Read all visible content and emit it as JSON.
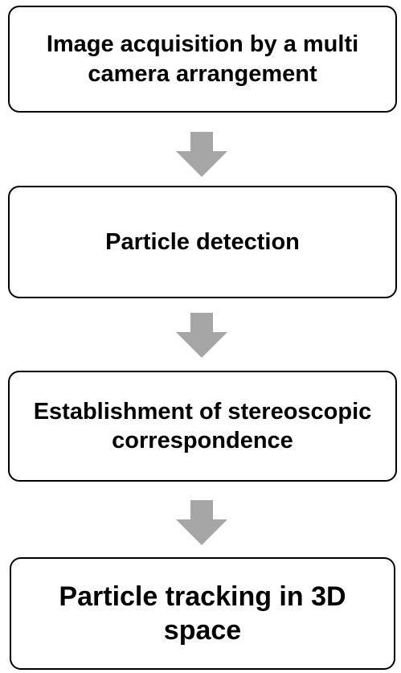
{
  "steps": [
    {
      "label": "Image acquisition by a multi camera arrangement"
    },
    {
      "label": "Particle detection"
    },
    {
      "label": "Establishment of stereoscopic correspondence"
    },
    {
      "label": "Particle tracking in 3D space"
    }
  ],
  "colors": {
    "box_border": "#000000",
    "box_fill": "#ffffff",
    "arrow": "#a6a6a6",
    "text": "#000000"
  },
  "icons": {
    "connector": "down-arrow-icon"
  }
}
